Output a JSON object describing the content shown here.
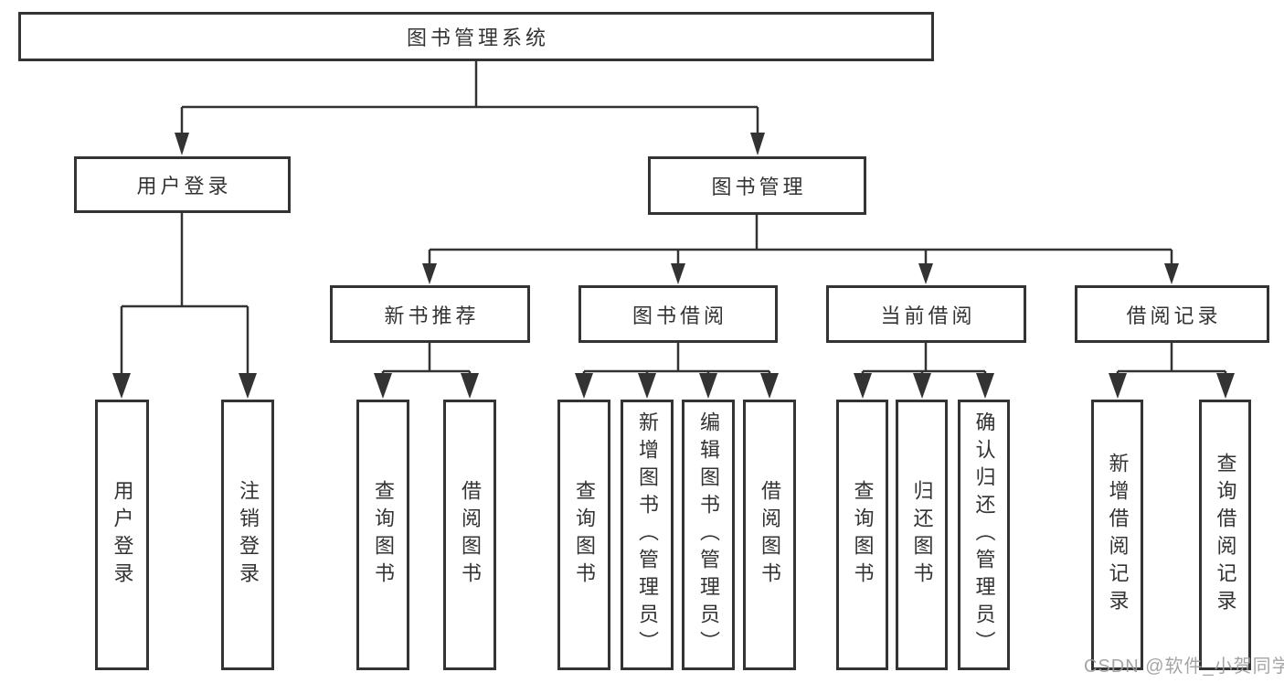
{
  "diagram": {
    "title": "图书管理系统",
    "type": "hierarchy-tree",
    "nodes": {
      "root": {
        "label": "图书管理系统"
      },
      "user_login": {
        "label": "用户登录"
      },
      "book_mgmt": {
        "label": "图书管理"
      },
      "new_book_rec": {
        "label": "新书推荐"
      },
      "book_borrow": {
        "label": "图书借阅"
      },
      "current_borrow": {
        "label": "当前借阅"
      },
      "borrow_records": {
        "label": "借阅记录"
      },
      "leaf_user_login": {
        "label": "用户登录"
      },
      "leaf_logout": {
        "label": "注销登录"
      },
      "leaf_rec_query_books": {
        "label": "查询图书"
      },
      "leaf_rec_borrow_books": {
        "label": "借阅图书"
      },
      "leaf_bb_query_books": {
        "label": "查询图书"
      },
      "leaf_bb_add_books": {
        "label": "新增图书（管理员）"
      },
      "leaf_bb_edit_books": {
        "label": "编辑图书（管理员）"
      },
      "leaf_bb_borrow_books": {
        "label": "借阅图书"
      },
      "leaf_cb_query_books": {
        "label": "查询图书"
      },
      "leaf_cb_return_books": {
        "label": "归还图书"
      },
      "leaf_cb_confirm_return": {
        "label": "确认归还（管理员）"
      },
      "leaf_br_add_record": {
        "label": "新增借阅记录"
      },
      "leaf_br_query_record": {
        "label": "查询借阅记录"
      }
    },
    "edges": [
      {
        "from": "root",
        "to": "user_login"
      },
      {
        "from": "root",
        "to": "book_mgmt"
      },
      {
        "from": "user_login",
        "to": "leaf_user_login"
      },
      {
        "from": "user_login",
        "to": "leaf_logout"
      },
      {
        "from": "book_mgmt",
        "to": "new_book_rec"
      },
      {
        "from": "book_mgmt",
        "to": "book_borrow"
      },
      {
        "from": "book_mgmt",
        "to": "current_borrow"
      },
      {
        "from": "book_mgmt",
        "to": "borrow_records"
      },
      {
        "from": "new_book_rec",
        "to": "leaf_rec_query_books"
      },
      {
        "from": "new_book_rec",
        "to": "leaf_rec_borrow_books"
      },
      {
        "from": "book_borrow",
        "to": "leaf_bb_query_books"
      },
      {
        "from": "book_borrow",
        "to": "leaf_bb_add_books"
      },
      {
        "from": "book_borrow",
        "to": "leaf_bb_edit_books"
      },
      {
        "from": "book_borrow",
        "to": "leaf_bb_borrow_books"
      },
      {
        "from": "current_borrow",
        "to": "leaf_cb_query_books"
      },
      {
        "from": "current_borrow",
        "to": "leaf_cb_return_books"
      },
      {
        "from": "current_borrow",
        "to": "leaf_cb_confirm_return"
      },
      {
        "from": "borrow_records",
        "to": "leaf_br_add_record"
      },
      {
        "from": "borrow_records",
        "to": "leaf_br_query_record"
      }
    ],
    "colors": {
      "line": "#333333",
      "box_border": "#333333",
      "text": "#333333",
      "background": "#ffffff",
      "watermark": "#9c9c9c"
    }
  },
  "watermark": {
    "text": "CSDN @软件_小贺同学"
  }
}
